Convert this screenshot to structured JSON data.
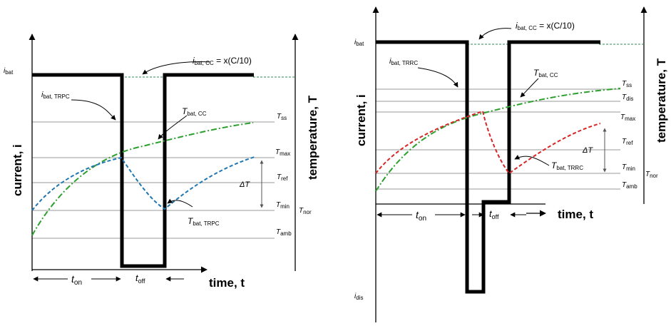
{
  "colors": {
    "pulse": "#000000",
    "cc_curve": "#2ca02c",
    "trpc_curve": "#1f77b4",
    "trrc_curve": "#d62728",
    "cc_level_line": "#2e8b57",
    "reference_lines": "#999999"
  },
  "left": {
    "y_axis_label": "current, i",
    "right_axis_label": "temperature, T",
    "x_axis_label": "time, t",
    "i_bat": {
      "sym": "i",
      "sub": "bat"
    },
    "cc_label": {
      "sym": "i",
      "sub": "bat, CC",
      "suffix": " = x(C/10)"
    },
    "pulse_label": {
      "sym": "i",
      "sub": "bat, TRPC"
    },
    "t_cc_label": {
      "sym": "T",
      "sub": "bat, CC"
    },
    "t_pulse_label": {
      "sym": "T",
      "sub": "bat, TRPC"
    },
    "delta": "ΔT",
    "levels": [
      {
        "sym": "T",
        "sub": "ss"
      },
      {
        "sym": "T",
        "sub": "max"
      },
      {
        "sym": "T",
        "sub": "ref"
      },
      {
        "sym": "T",
        "sub": "min"
      },
      {
        "sym": "T",
        "sub": "nor"
      },
      {
        "sym": "T",
        "sub": "amb"
      }
    ],
    "t_on": {
      "sym": "t",
      "sub": "on"
    },
    "t_off": {
      "sym": "t",
      "sub": "off"
    }
  },
  "right": {
    "y_axis_label": "current, i",
    "right_axis_label": "temperature, T",
    "x_axis_label": "time, t",
    "i_bat": {
      "sym": "i",
      "sub": "bat"
    },
    "i_dis": {
      "sym": "i",
      "sub": "dis"
    },
    "cc_label": {
      "sym": "i",
      "sub": "bat, CC",
      "suffix": " = x(C/10)"
    },
    "pulse_label": {
      "sym": "i",
      "sub": "bat, TRRC"
    },
    "t_cc_label": {
      "sym": "T",
      "sub": "bat, CC"
    },
    "t_pulse_label": {
      "sym": "T",
      "sub": "bat, TRRC"
    },
    "delta": "ΔT",
    "levels": [
      {
        "sym": "T",
        "sub": "ss"
      },
      {
        "sym": "T",
        "sub": "dis"
      },
      {
        "sym": "T",
        "sub": "max"
      },
      {
        "sym": "T",
        "sub": "ref"
      },
      {
        "sym": "T",
        "sub": "min"
      },
      {
        "sym": "T",
        "sub": "nor"
      },
      {
        "sym": "T",
        "sub": "amb"
      }
    ],
    "t_on": {
      "sym": "t",
      "sub": "on"
    },
    "t_off": {
      "sym": "t",
      "sub": "off"
    }
  }
}
